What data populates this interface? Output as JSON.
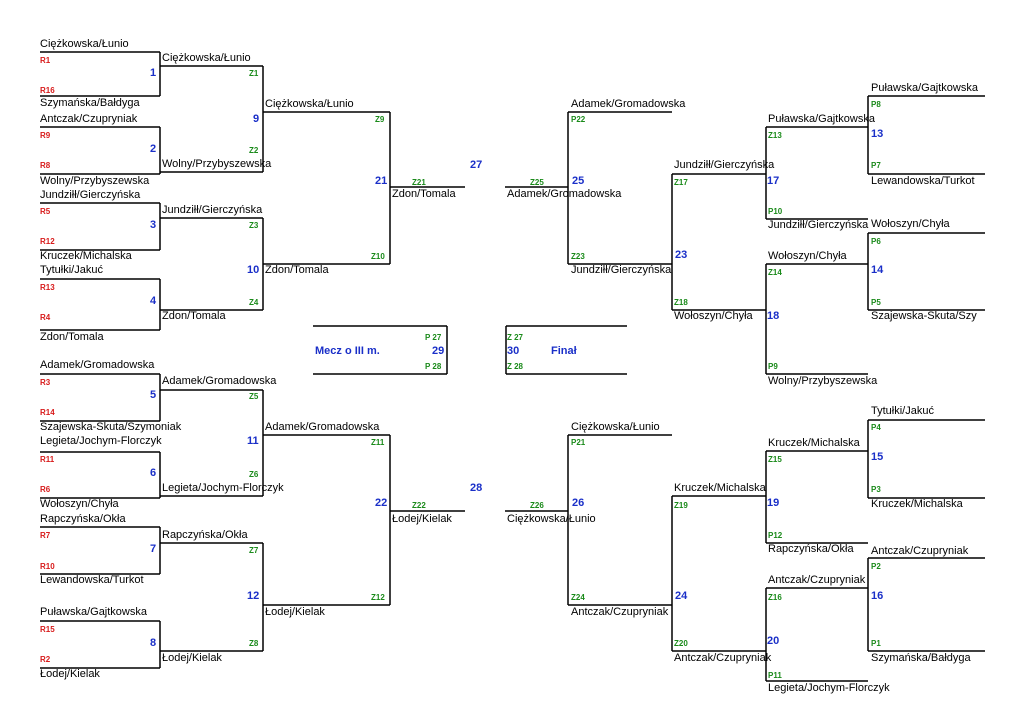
{
  "labels": {
    "third_place": "Mecz o III m.",
    "final": "Finał"
  },
  "rounds": {
    "left": {
      "entries": [
        "Ciężkowska/Łunio",
        "Szymańska/Bałdyga",
        "Antczak/Czupryniak",
        "Wolny/Przybyszewska",
        "Jundziłł/Gierczyńska",
        "Kruczek/Michalska",
        "Tytułki/Jakuć",
        "Zdon/Tomala",
        "Adamek/Gromadowska",
        "Szajewska-Skuta/Szymoniak",
        "Legieta/Jochym-Florczyk",
        "Wołoszyn/Chyła",
        "Rapczyńska/Okła",
        "Lewandowska/Turkot",
        "Puławska/Gajtkowska",
        "Łodej/Kielak"
      ],
      "entry_codes": [
        "R1",
        "R16",
        "R9",
        "R8",
        "R5",
        "R12",
        "R13",
        "R4",
        "R3",
        "R14",
        "R11",
        "R6",
        "R7",
        "R10",
        "R15",
        "R2"
      ],
      "r1_winners": [
        "Ciężkowska/Łunio",
        "Wolny/Przybyszewska",
        "Jundziłł/Gierczyńska",
        "Zdon/Tomala",
        "Adamek/Gromadowska",
        "Legieta/Jochym-Florczyk",
        "Rapczyńska/Okła",
        "Łodej/Kielak"
      ],
      "r1_matches": [
        "1",
        "2",
        "3",
        "4",
        "5",
        "6",
        "7",
        "8"
      ],
      "r1_codes": [
        "Z1",
        "Z2",
        "Z3",
        "Z4",
        "Z5",
        "Z6",
        "Z7",
        "Z8"
      ],
      "r2_winners": [
        "Ciężkowska/Łunio",
        "Zdon/Tomala",
        "Adamek/Gromadowska",
        "Łodej/Kielak"
      ],
      "r2_matches": [
        "9",
        "10",
        "11",
        "12"
      ],
      "r2_codes": [
        "Z9",
        "Z10",
        "Z11",
        "Z12"
      ],
      "r3_winners": [
        "Zdon/Tomala",
        "Łodej/Kielak"
      ],
      "r3_matches": [
        "21",
        "22"
      ],
      "r3_codes": [
        "Z21",
        "Z22"
      ]
    },
    "center": {
      "semis": [
        "27",
        "28"
      ],
      "third_match": "29",
      "third_codes": [
        "P 27",
        "P 28"
      ],
      "final_match": "30",
      "final_codes": [
        "Z 27",
        "Z 28"
      ]
    },
    "right": {
      "r3_winners": [
        "Adamek/Gromadowska",
        "Ciężkowska/Łunio"
      ],
      "r3_matches": [
        "25",
        "26"
      ],
      "r3_codes": [
        "Z25",
        "Z26"
      ],
      "r3_feed_top": [
        "Adamek/Gromadowska",
        "Jundziłł/Gierczyńska",
        "Ciężkowska/Łunio",
        "Antczak/Czupryniak"
      ],
      "r3_feed_codes": [
        "P22",
        "Z23",
        "P21",
        "Z24"
      ],
      "r2_matches": [
        "23",
        "24"
      ],
      "r2_top": [
        "Jundziłł/Gierczyńska",
        "Wołoszyn/Chyła",
        "Kruczek/Michalska",
        "Antczak/Czupryniak"
      ],
      "r2_codes": [
        "Z17",
        "Z18",
        "Z19",
        "Z20"
      ],
      "r1b_matches": [
        "17",
        "18",
        "19",
        "20"
      ],
      "r1b_top": [
        "Puławska/Gajtkowska",
        "Jundziłł/Gierczyńska",
        "Wołoszyn/Chyła",
        "Wolny/Przybyszewska",
        "Kruczek/Michalska",
        "Rapczyńska/Okła",
        "Antczak/Czupryniak",
        "Legieta/Jochym-Florczyk"
      ],
      "r1b_codes": [
        "Z13",
        "P10",
        "Z14",
        "P9",
        "Z15",
        "P12",
        "Z16",
        "P11"
      ],
      "r1_matches": [
        "13",
        "14",
        "15",
        "16"
      ],
      "r1_names": [
        "Puławska/Gajtkowska",
        "Lewandowska/Turkot",
        "Wołoszyn/Chyła",
        "Szajewska-Skuta/Szy",
        "Tytułki/Jakuć",
        "Kruczek/Michalska",
        "Antczak/Czupryniak",
        "Szymańska/Bałdyga"
      ],
      "r1_codes": [
        "P8",
        "P7",
        "P6",
        "P5",
        "P4",
        "P3",
        "P2",
        "P1"
      ]
    }
  }
}
